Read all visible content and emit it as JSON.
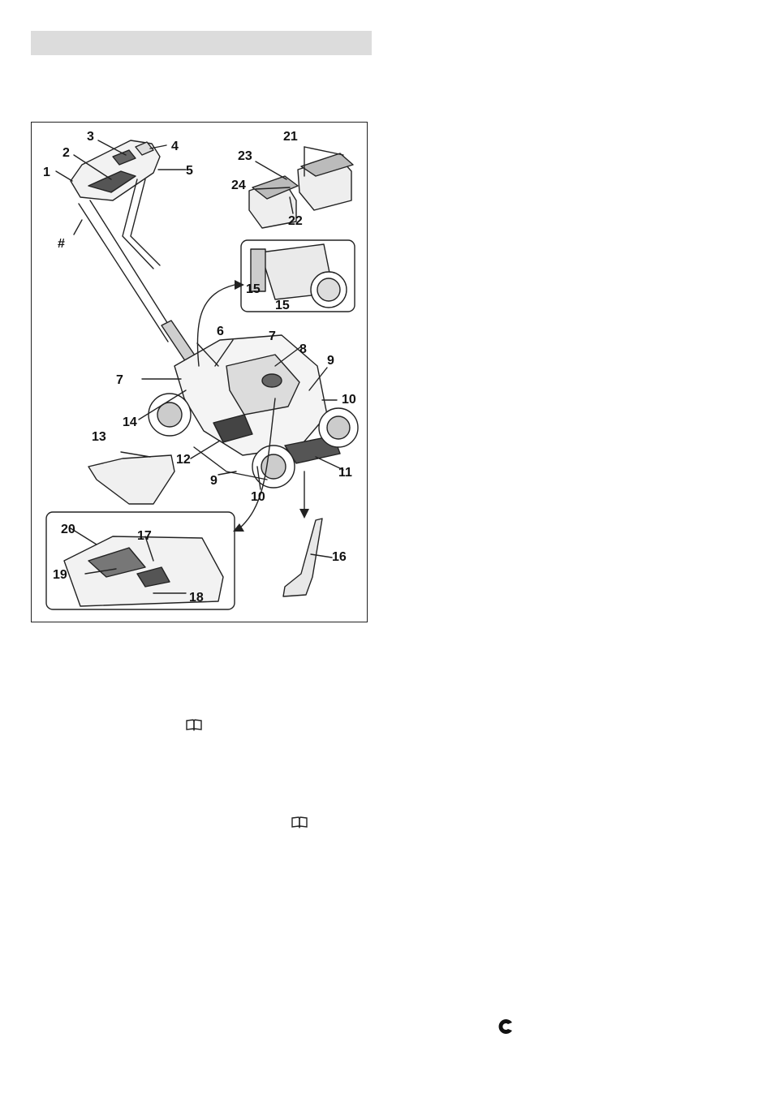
{
  "figure": {
    "callouts": {
      "c1": "1",
      "c2": "2",
      "c3": "3",
      "c4": "4",
      "c5": "5",
      "c_hash": "#",
      "c21": "21",
      "c22": "22",
      "c23": "23",
      "c24": "24",
      "c15a": "15",
      "c15b": "15",
      "c6": "6",
      "c7a": "7",
      "c7b": "7",
      "c8": "8",
      "c9a": "9",
      "c9b": "9",
      "c10a": "10",
      "c10b": "10",
      "c11": "11",
      "c12": "12",
      "c13": "13",
      "c14": "14",
      "c16": "16",
      "c17": "17",
      "c18": "18",
      "c19": "19",
      "c20": "20"
    }
  },
  "icons": {
    "manual_ref_1": "book-icon",
    "manual_ref_2": "book-icon",
    "brand_mark": "brand-mark-icon"
  }
}
